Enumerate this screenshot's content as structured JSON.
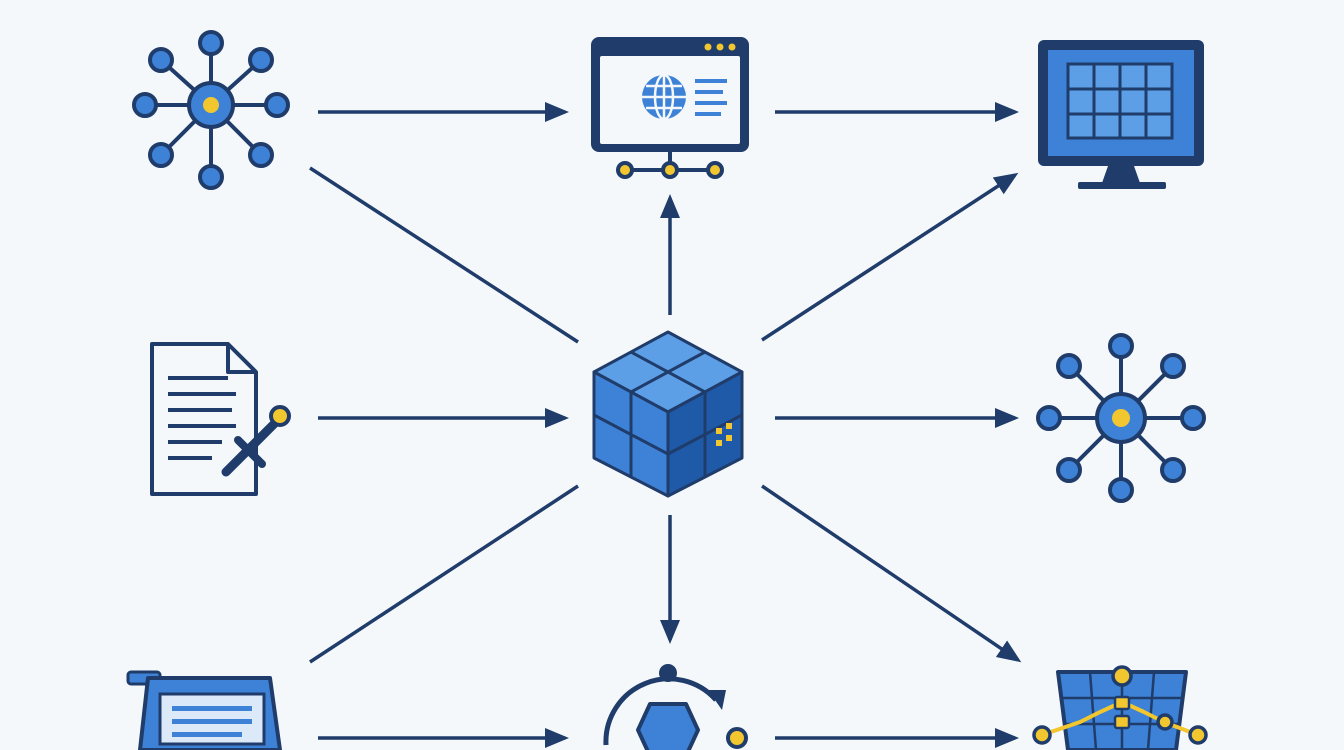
{
  "colors": {
    "background": "#f5f8fb",
    "stroke": "#1f3c6b",
    "primary_blue": "#3d82d6",
    "light_blue": "#5d9fe6",
    "pale_blue": "#dbe9f9",
    "accent_yellow": "#f2c62f"
  },
  "nodes": [
    {
      "id": "hub-top-left",
      "icon": "network-hub-icon"
    },
    {
      "id": "browser-window",
      "icon": "web-browser-icon"
    },
    {
      "id": "desktop-monitor",
      "icon": "monitor-icon"
    },
    {
      "id": "document-edit",
      "icon": "document-edit-icon"
    },
    {
      "id": "central-cube",
      "icon": "data-cube-icon"
    },
    {
      "id": "hub-right",
      "icon": "network-hub-icon"
    },
    {
      "id": "data-form",
      "icon": "form-window-icon"
    },
    {
      "id": "sync-cycle",
      "icon": "sync-cycle-icon"
    },
    {
      "id": "dashboard-panel",
      "icon": "dashboard-panel-icon"
    }
  ],
  "edges": [
    {
      "from": "hub-top-left",
      "to": "browser-window"
    },
    {
      "from": "browser-window",
      "to": "desktop-monitor"
    },
    {
      "from": "hub-top-left",
      "to": "central-cube"
    },
    {
      "from": "central-cube",
      "to": "browser-window"
    },
    {
      "from": "central-cube",
      "to": "desktop-monitor"
    },
    {
      "from": "document-edit",
      "to": "central-cube"
    },
    {
      "from": "central-cube",
      "to": "hub-right"
    },
    {
      "from": "data-form",
      "to": "central-cube"
    },
    {
      "from": "central-cube",
      "to": "sync-cycle"
    },
    {
      "from": "central-cube",
      "to": "dashboard-panel"
    },
    {
      "from": "data-form",
      "to": "sync-cycle"
    },
    {
      "from": "sync-cycle",
      "to": "dashboard-panel"
    }
  ]
}
